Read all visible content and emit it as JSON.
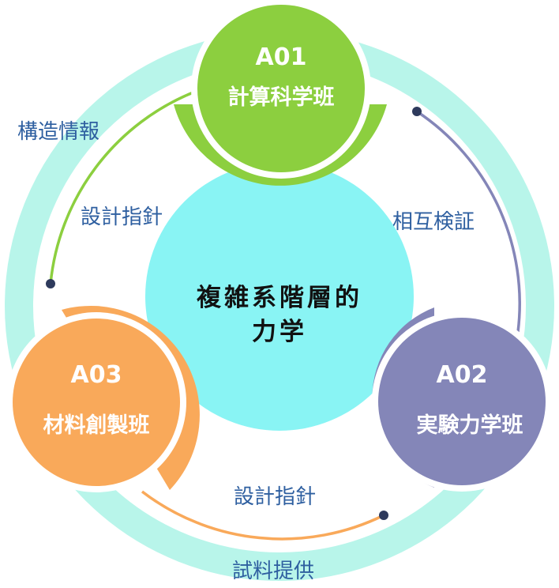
{
  "center": {
    "line1": "複雑系階層的",
    "line2": "力学"
  },
  "groups": {
    "a01": {
      "code": "A01",
      "name": "計算科学班",
      "color": "#8ccf3f"
    },
    "a02": {
      "code": "A02",
      "name": "実験力学班",
      "color": "#8486b8"
    },
    "a03": {
      "code": "A03",
      "name": "材料創製班",
      "color": "#f9a95a"
    }
  },
  "arrows": {
    "a01_to_a03": "設計指針",
    "a01_to_a02": "相互検証",
    "a03_to_a02": "設計指針"
  },
  "outer_labels": {
    "top_left": "構造情報",
    "bottom": "試料提供"
  },
  "colors": {
    "outer_ring": "#b8f5ea",
    "center_circle": "#89f4f4",
    "text_blue": "#2e5fa0"
  }
}
